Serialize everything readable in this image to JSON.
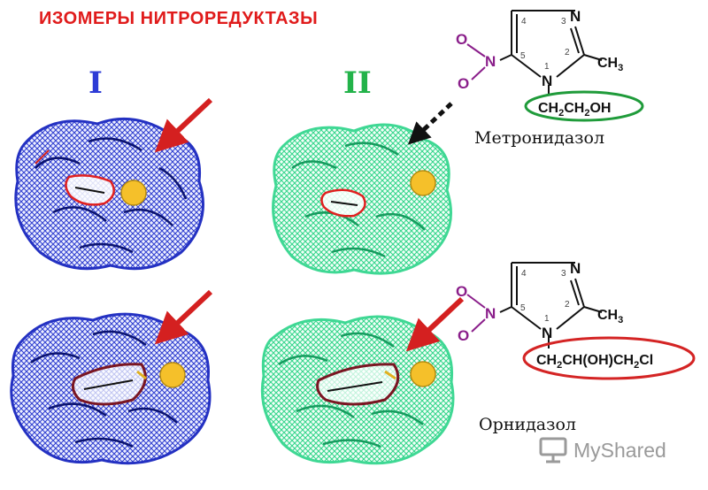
{
  "title": "ИЗОМЕРЫ НИТРОРЕДУКТАЗЫ",
  "isomers": [
    {
      "label": "I",
      "color": "#2d3bd6"
    },
    {
      "label": "II",
      "color": "#23b34a"
    }
  ],
  "molecules": [
    {
      "name": "Метронидазол",
      "ring_atom": "N",
      "substituent": "CH3",
      "side_chain": "CH2CH2OH",
      "oval_color": "#1f9b3a"
    },
    {
      "name": "Орнидазол",
      "ring_atom": "N",
      "substituent": "CH3",
      "side_chain": "CH2CH(OH)CH2Cl",
      "oval_color": "#d42424"
    }
  ],
  "nitro": {
    "o": "O",
    "n": "N"
  },
  "ring_numbers": [
    "1",
    "2",
    "3",
    "4",
    "5"
  ],
  "watermark": "MyShared",
  "colors": {
    "title": "#e01b1b",
    "enzyme_1": "#2d3bd6",
    "enzyme_2": "#33d68a",
    "heme": "#f5c02a",
    "arrow": "#d42020",
    "oxygen": "#8a1e8a"
  }
}
